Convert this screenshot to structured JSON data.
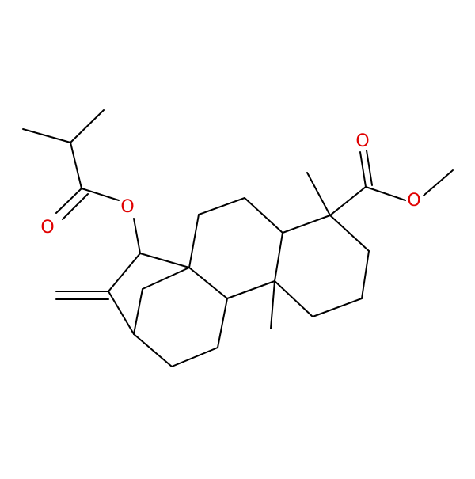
{
  "structure": {
    "atom_labels": [
      {
        "id": "ester-carbonyl-o",
        "text": "O",
        "color": "#e00000"
      },
      {
        "id": "ester-single-o",
        "text": "O",
        "color": "#e00000"
      },
      {
        "id": "isobutyrate-carbonyl-o",
        "text": "O",
        "color": "#e00000"
      },
      {
        "id": "isobutyrate-single-o",
        "text": "O",
        "color": "#e00000"
      }
    ],
    "colors": {
      "bond": "#000000",
      "heteroatom_oxygen": "#e00000",
      "background": "#ffffff"
    }
  }
}
